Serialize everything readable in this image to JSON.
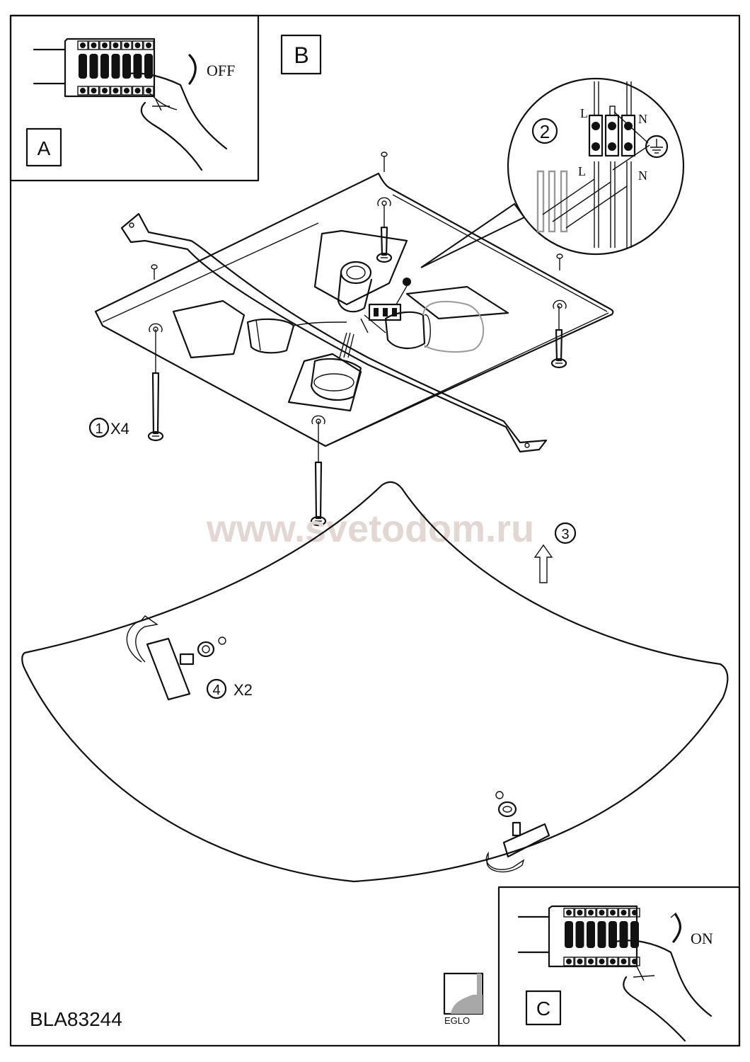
{
  "panels": {
    "a": {
      "label": "A",
      "switch_state_text": "OFF"
    },
    "b": {
      "label": "B"
    },
    "c": {
      "label": "C",
      "switch_state_text": "ON"
    }
  },
  "steps": {
    "step1": {
      "number": "1",
      "quantity": "X4"
    },
    "step2": {
      "number": "2",
      "terminal_labels_top": [
        "L",
        "N"
      ],
      "terminal_labels_bottom": [
        "L",
        "N"
      ]
    },
    "step3": {
      "number": "3"
    },
    "step4": {
      "number": "4",
      "quantity": "X2"
    }
  },
  "watermark": "www.svetodom.ru",
  "model_number": "BLA83244",
  "brand_logo_text": "EGLO",
  "colors": {
    "line": "#111111",
    "watermark": "#e3d7d3",
    "gray_wire": "#9a9a9a",
    "logo_gray": "#a8a8a8"
  }
}
